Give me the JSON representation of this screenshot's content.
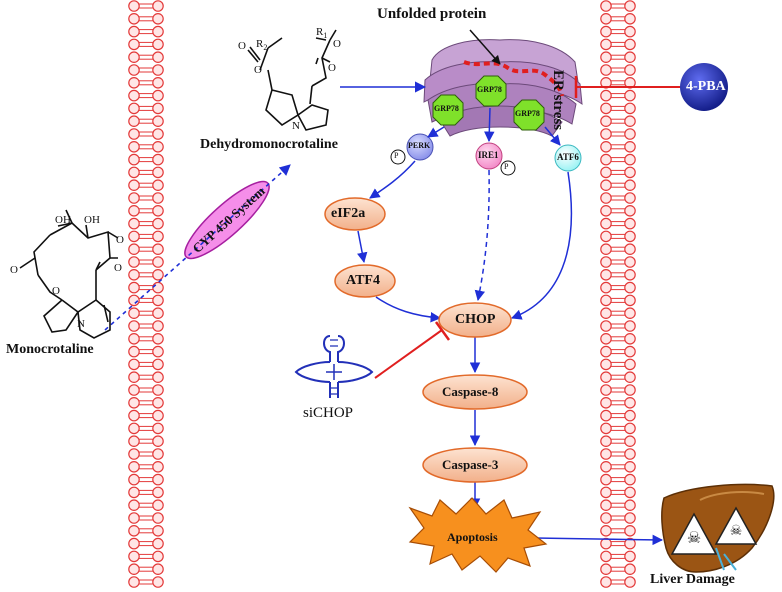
{
  "molecules": {
    "monocrotaline": "Monocrotaline",
    "dehydromonocrotaline": "Dehydromonocrotaline",
    "r1": "R",
    "r1_sub": "1",
    "r2": "R",
    "r2_sub": "2",
    "oh1": "OH",
    "oh2": "OH",
    "o_carbonyl": "O",
    "o_ring": "O",
    "o_ring2": "O",
    "o_ester": "O",
    "o_dh_carbonyl1": "O",
    "o_dh_carbonyl2": "O",
    "o_dh_ester1": "O",
    "o_dh_ester2": "O",
    "n_atom": "N",
    "n_atom2": "N"
  },
  "enzyme": "CYP 450 System",
  "er": {
    "unfolded_protein": "Unfolded protein",
    "er_stress": "ER stress",
    "grp78": [
      "GRP78",
      "GRP78",
      "GRP78"
    ]
  },
  "inhibitors": {
    "pba": "4-PBA",
    "sichop": "siCHOP"
  },
  "sensors": {
    "perk": "PERK",
    "ire1": "IRE1",
    "atf6": "ATF6",
    "p_mark": "P"
  },
  "pathway": {
    "eif2a": "eIF2a",
    "atf4": "ATF4",
    "chop": "CHOP",
    "caspase8": "Caspase-8",
    "caspase3": "Caspase-3",
    "apoptosis": "Apoptosis"
  },
  "outcome": {
    "liver_damage": "Liver Damage"
  },
  "colors": {
    "membrane": "#e33a3a",
    "membrane_fill": "#ffe6e6",
    "arrow": "#1f2fd6",
    "inhibit": "#e01f1f",
    "node_fill": "#f6c4a5",
    "node_stroke": "#e26a2a",
    "grp78": "#7fe12a",
    "er_fill": "#b98cc8",
    "cyp_fill": "#f58ee9",
    "pba_fill": "#2230b8",
    "apoptosis_fill": "#f7901e",
    "liver": "#9b5514"
  }
}
